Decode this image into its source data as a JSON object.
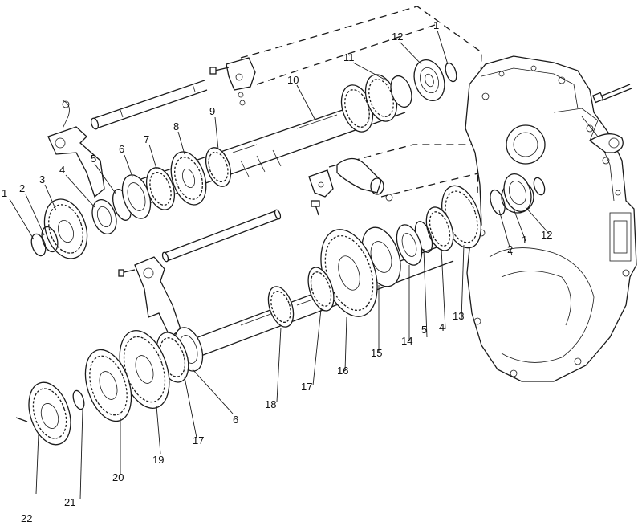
{
  "labels": {
    "l1a": "1",
    "l2a": "2",
    "l3": "3",
    "l4a": "4",
    "l5a": "5",
    "l6a": "6",
    "l7": "7",
    "l8": "8",
    "l9": "9",
    "l10": "10",
    "l11": "11",
    "l12a": "12",
    "l1b": "1",
    "l12b": "12",
    "l1c": "1",
    "l2b": "2",
    "l13": "13",
    "l4b": "4",
    "l5b": "5",
    "l14": "14",
    "l15": "15",
    "l16": "16",
    "l17a": "17",
    "l18": "18",
    "l6b": "6",
    "l17b": "17",
    "l19": "19",
    "l20": "20",
    "l21": "21",
    "l22": "22"
  },
  "colors": {
    "ink": "#1a1a1a",
    "paper": "#ffffff"
  }
}
